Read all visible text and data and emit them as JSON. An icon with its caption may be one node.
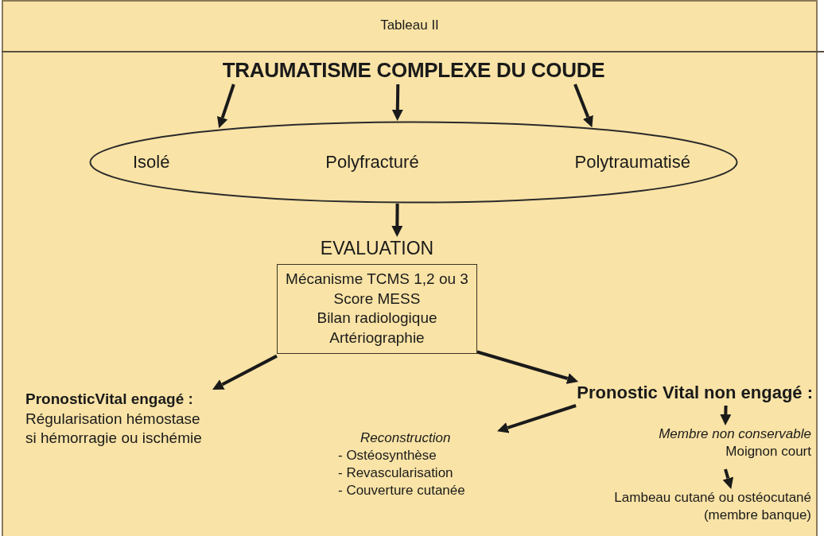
{
  "diagram": {
    "title": "Tableau II",
    "nodes": [
      {
        "text": [
          "TRAUMATISME COMPLEXE DU COUDE"
        ]
      },
      {
        "text": [
          "Isolé",
          "Polyfracturé",
          "Polytraumatisé"
        ]
      },
      {
        "text": [
          "EVALUATION",
          "Mécanisme TCMS 1,2 ou 3",
          "Score MESS",
          "Bilan radiologique",
          "Artériographie"
        ]
      },
      {
        "text": [
          "PronosticVital engagé :",
          "Régularisation hémostase si hémorragie ou ischémie"
        ]
      },
      {
        "text": [
          "Pronostic Vital non engagé :"
        ]
      },
      {
        "text": [
          "Reconstruction",
          "- Ostéosynthèse",
          "- Revascularisation",
          "- Couverture cutanée"
        ]
      },
      {
        "text": [
          "Membre non conservable",
          "Moignon court"
        ]
      },
      {
        "text": [
          "Lambeau cutané ou ostéocutané (membre banque)"
        ]
      }
    ],
    "edges": [
      {
        "from": 0,
        "to": 1,
        "arrow": "to"
      },
      {
        "from": 0,
        "to": 1,
        "arrow": "to"
      },
      {
        "from": 0,
        "to": 1,
        "arrow": "to"
      },
      {
        "from": 1,
        "to": 2,
        "arrow": "to"
      },
      {
        "from": 2,
        "to": 3,
        "arrow": "to"
      },
      {
        "from": 2,
        "to": 4,
        "arrow": "to"
      },
      {
        "from": 4,
        "to": 5,
        "arrow": "to"
      },
      {
        "from": 4,
        "to": 6,
        "arrow": "to"
      },
      {
        "from": 6,
        "to": 7,
        "arrow": "to"
      }
    ]
  }
}
